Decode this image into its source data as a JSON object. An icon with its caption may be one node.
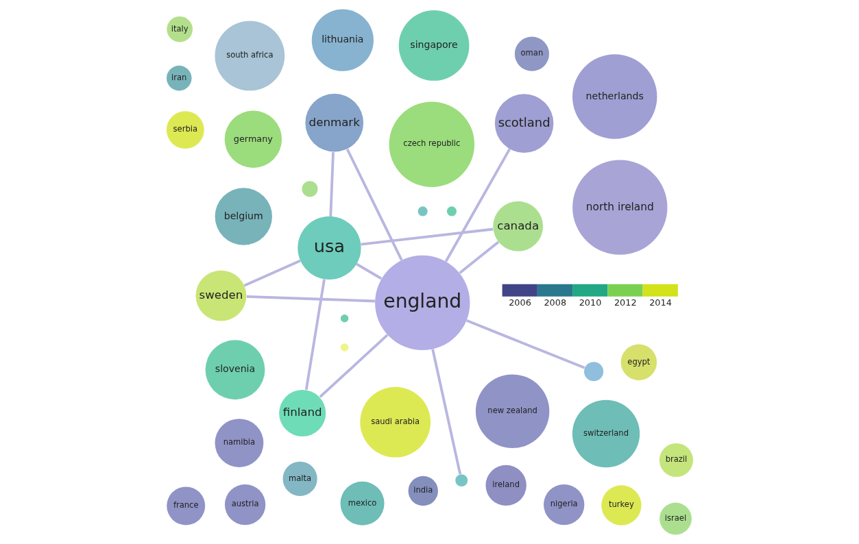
{
  "diagram": {
    "nodes": [
      {
        "text": [
          "india"
        ]
      },
      {
        "text": [
          "egypt"
        ]
      },
      {
        "text": [
          "saudi arabia"
        ]
      },
      {
        "text": [
          "czech republic"
        ]
      },
      {
        "text": [
          "north ireland"
        ]
      },
      {
        "text": [
          "switzerland"
        ]
      },
      {
        "text": [
          "oman"
        ]
      },
      {
        "text": [
          "malta"
        ]
      },
      {
        "text": [
          "sweden"
        ]
      },
      {
        "text": [
          "israel"
        ]
      },
      {
        "text": [
          "canada"
        ]
      },
      {
        "text": [
          "brazil"
        ]
      },
      {
        "text": [
          "england"
        ]
      },
      {
        "text": [
          "ireland"
        ]
      },
      {
        "text": [
          "denmark"
        ]
      },
      {
        "text": [
          "new zealand"
        ]
      },
      {
        "text": [
          "mexico"
        ]
      },
      {
        "text": [
          "scotland"
        ]
      },
      {
        "text": [
          "usa"
        ]
      },
      {
        "text": [
          "italy"
        ]
      },
      {
        "text": [
          "nigeria"
        ]
      },
      {
        "text": [
          "namibia"
        ]
      },
      {
        "text": [
          "germany"
        ]
      },
      {
        "text": [
          "belgium"
        ]
      },
      {
        "text": [
          "iran"
        ]
      },
      {
        "text": [
          "turkey"
        ]
      },
      {
        "text": [
          "singapore"
        ]
      },
      {
        "text": [
          "serbia"
        ]
      },
      {
        "text": [
          "slovenia"
        ]
      },
      {
        "text": [
          "south africa"
        ]
      },
      {
        "text": [
          "finland"
        ]
      },
      {
        "text": [
          "netherlands"
        ]
      },
      {
        "text": [
          "france"
        ]
      },
      {
        "text": [
          "austria"
        ]
      },
      {
        "text": [
          "lithuania"
        ]
      },
      {
        "text": [],
        "shape": "circle"
      },
      {
        "text": [],
        "shape": "circle"
      },
      {
        "text": [],
        "shape": "circle"
      },
      {
        "text": [],
        "shape": "circle"
      },
      {
        "text": [],
        "shape": "circle"
      },
      {
        "text": [],
        "shape": "circle"
      },
      {
        "text": [],
        "shape": "circle"
      }
    ],
    "edges": [
      {
        "from": 12,
        "to": 8,
        "arrow": "none"
      },
      {
        "from": 12,
        "to": 10,
        "arrow": "none"
      },
      {
        "from": 12,
        "to": 14,
        "arrow": "none"
      },
      {
        "from": 12,
        "to": 18,
        "arrow": "none"
      },
      {
        "from": 12,
        "to": 17,
        "arrow": "none"
      },
      {
        "from": 12,
        "to": 38,
        "arrow": "none"
      },
      {
        "from": 12,
        "to": 30,
        "arrow": "none"
      },
      {
        "from": 12,
        "to": 36,
        "arrow": "none"
      },
      {
        "from": 18,
        "to": 30,
        "arrow": "none"
      },
      {
        "from": 18,
        "to": 10,
        "arrow": "none"
      },
      {
        "from": 18,
        "to": 8,
        "arrow": "none"
      },
      {
        "from": 18,
        "to": 14,
        "arrow": "none"
      }
    ],
    "legend": [
      {
        "text": "2006",
        "color": "#414487"
      },
      {
        "text": "2008",
        "color": "#2a788e"
      },
      {
        "text": "2010",
        "color": "#22a884"
      },
      {
        "text": "2012",
        "color": "#7ad151"
      },
      {
        "text": "2014",
        "color": "#d2e21b"
      }
    ]
  }
}
